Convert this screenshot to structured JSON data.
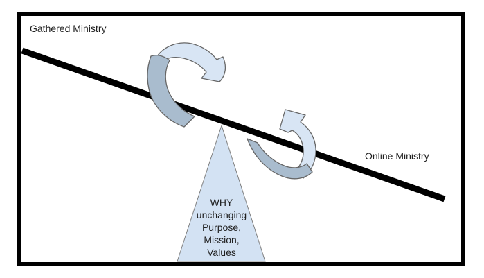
{
  "figure": {
    "left_label": "Gathered Ministry",
    "right_label": "Online Ministry",
    "fulcrum": {
      "lines": [
        "WHY",
        "unchanging",
        "Purpose,",
        "Mission,",
        "Values"
      ]
    },
    "colors": {
      "beam": "#000000",
      "frame_border": "#000000",
      "arrow_light_fill": "#d8e5f4",
      "arrow_dark_fill": "#a9bcce",
      "triangle_fill": "#d3e2f3",
      "shape_outline": "#666666",
      "text": "#1f1f1f"
    }
  }
}
